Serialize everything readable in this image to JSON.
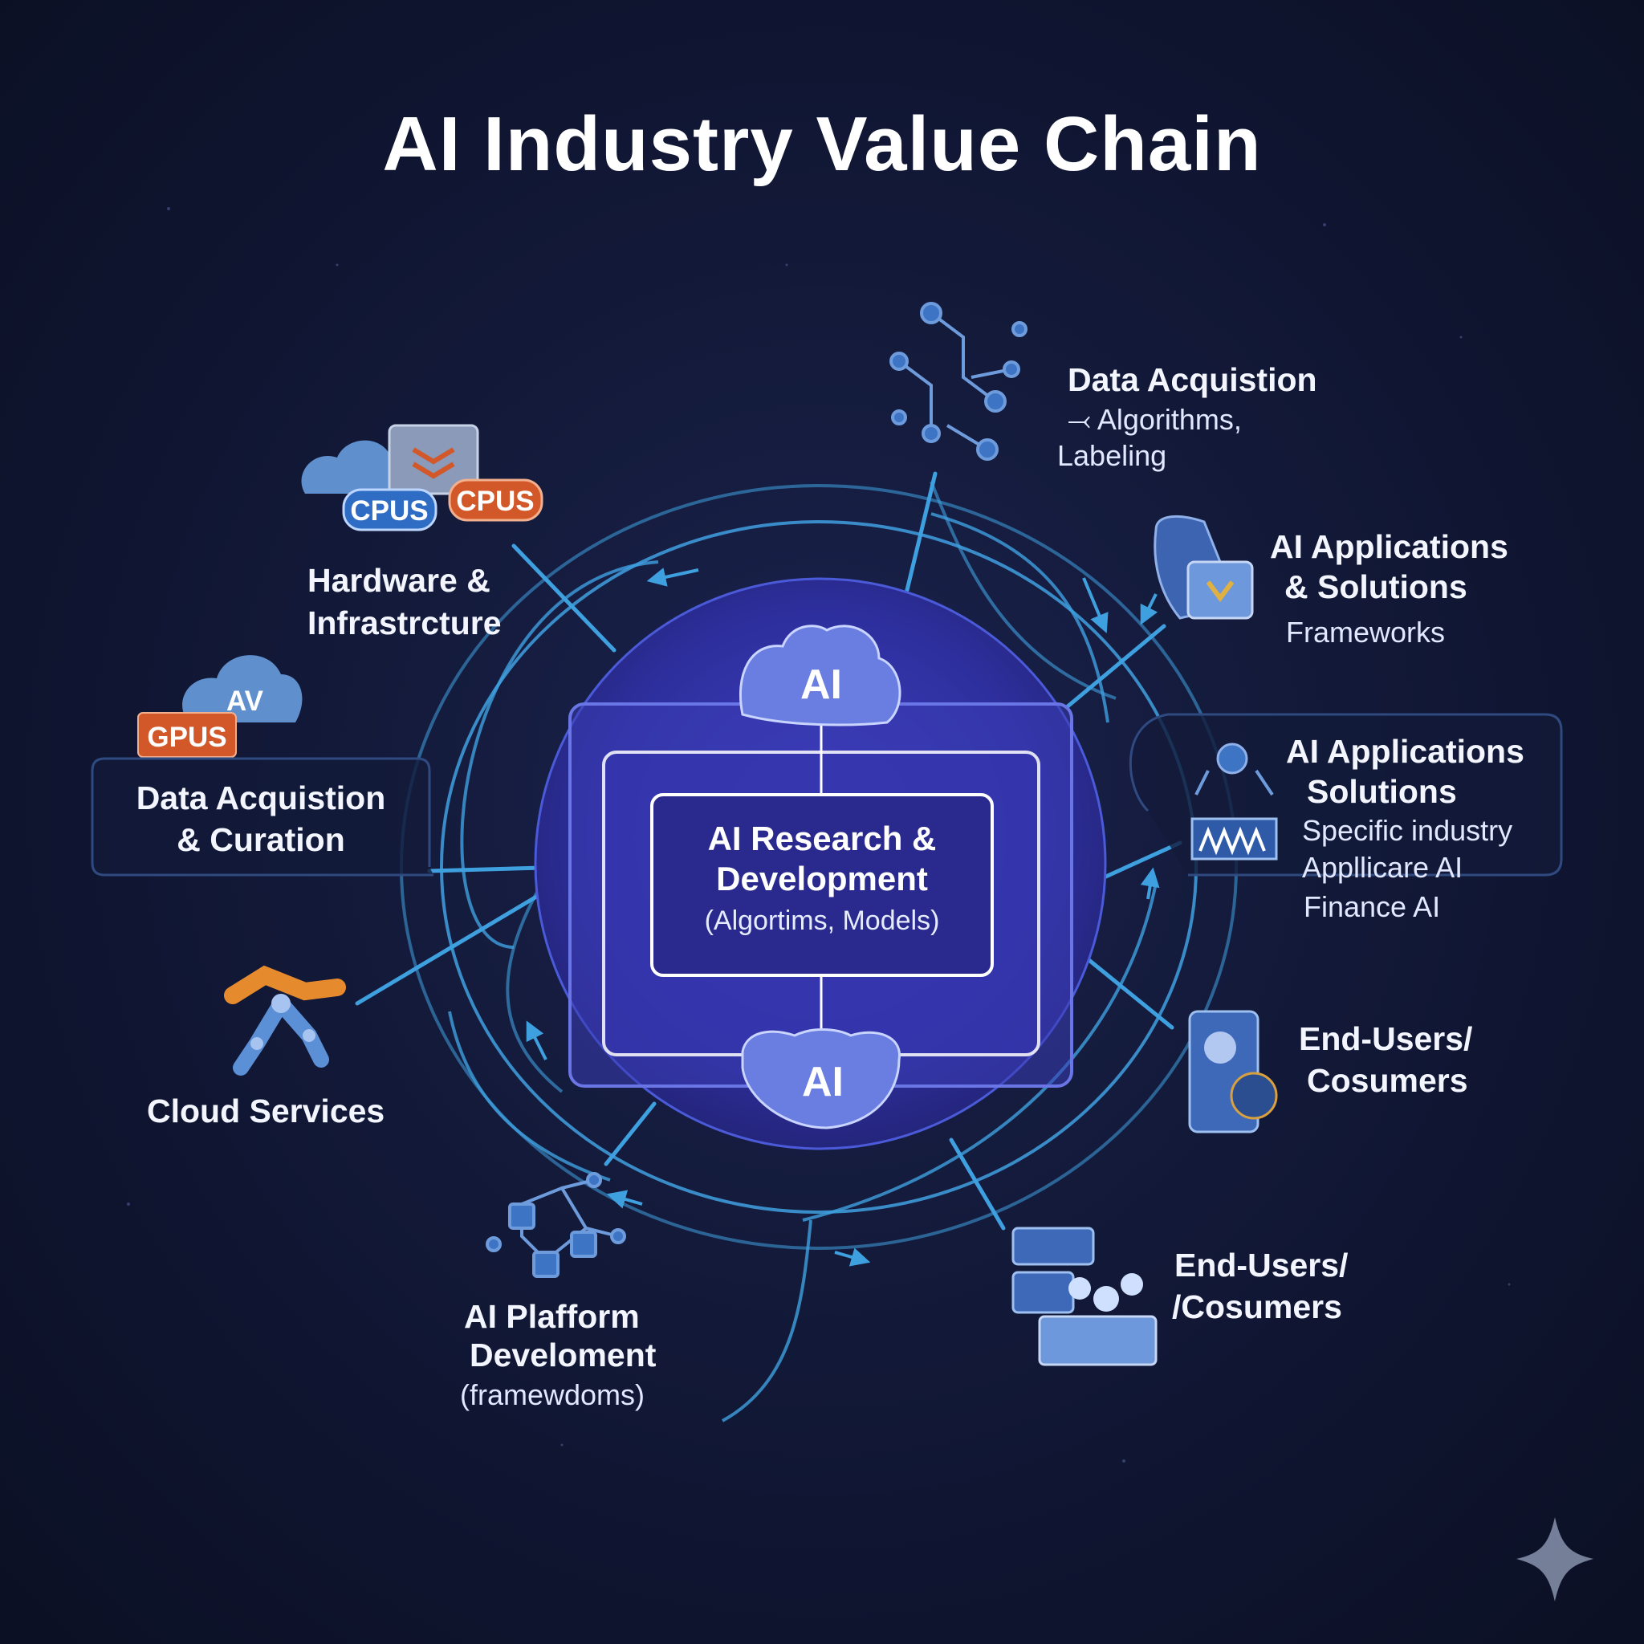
{
  "title": "AI Industry Value Chain",
  "core": {
    "top_tag": "AI",
    "bottom_tag": "AI",
    "title_line1": "AI Research &",
    "title_line2": "Development",
    "subtitle": "(Algortims, Models)"
  },
  "badges": {
    "cpus_blue": "CPUS",
    "cpus_orange": "CPUS",
    "gpus": "GPUS",
    "cloud_av": "AV"
  },
  "nodes": {
    "hardware": {
      "line1": "Hardware &",
      "line2": "Infrastrcture"
    },
    "data_curation": {
      "line1": "Data Acquistion",
      "line2": "& Curation"
    },
    "cloud_services": {
      "line1": "Cloud Services"
    },
    "platform": {
      "line1": "AI Plafform",
      "line2": "Develoment",
      "sub": "(framewdoms)"
    },
    "data_acq_top": {
      "line1": "Data Acquistion",
      "sub1": "⤙ Algorithms,",
      "sub2": "Labeling"
    },
    "apps_frameworks": {
      "line1": "AI Applications",
      "line2": "& Solutions",
      "sub": "Frameworks"
    },
    "apps_industry": {
      "line1": "AI Applications",
      "line2": "Solutions",
      "sub1": "Specific industry",
      "sub2": "Appllicare AI",
      "sub3": "Finance AI"
    },
    "end_users_1": {
      "line1": "End-Users/",
      "line2": "Cosumers"
    },
    "end_users_2": {
      "line1": "End-Users/",
      "line2": "/Cosumers"
    }
  },
  "colors": {
    "background": "#0f1530",
    "ring": "#3fa0e0",
    "core_fill": "#3234a8",
    "box_stroke": "#ffffff",
    "badge_blue": "#2f6cc4",
    "badge_orange": "#d2582a",
    "icon_blue": "#5b8fd6"
  }
}
